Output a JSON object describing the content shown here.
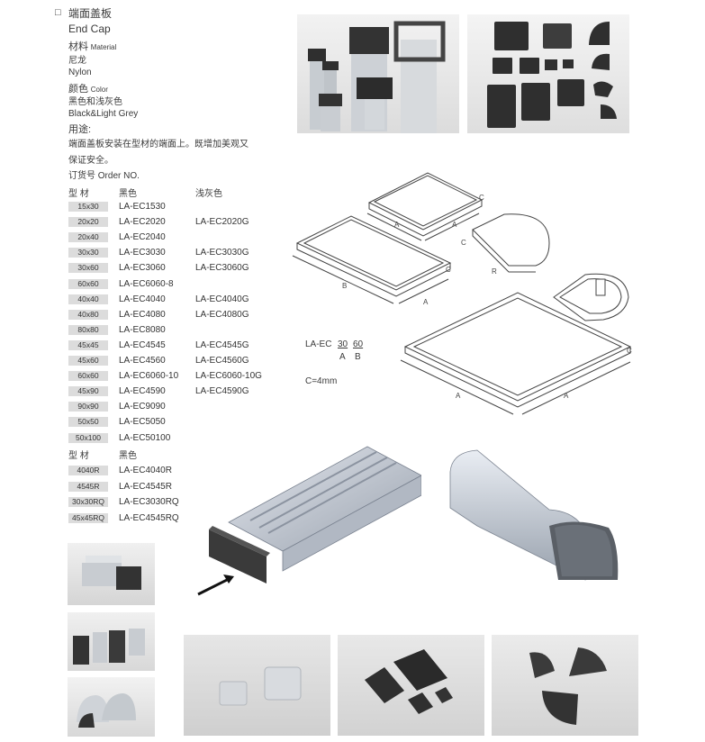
{
  "header": {
    "checkbox": "□",
    "title_cn": "端面盖板",
    "title_en": "End Cap"
  },
  "material": {
    "label_cn": "材料",
    "label_en": "Material",
    "value_cn": "尼龙",
    "value_en": "Nylon"
  },
  "color": {
    "label_cn": "颜色",
    "label_en": "Color",
    "value_cn": "黑色和浅灰色",
    "value_en": "Black&Light Grey"
  },
  "usage": {
    "label": "用途:",
    "line1": "端面盖板安装在型材的端面上。既增加美观又",
    "line2": "保证安全。"
  },
  "order": {
    "label": "订货号 Order NO."
  },
  "table1": {
    "headers": {
      "type": "型  材",
      "black": "黑色",
      "grey": "浅灰色"
    },
    "rows": [
      {
        "mat": "15x30",
        "black": "LA-EC1530",
        "grey": ""
      },
      {
        "mat": "20x20",
        "black": "LA-EC2020",
        "grey": "LA-EC2020G"
      },
      {
        "mat": "20x40",
        "black": "LA-EC2040",
        "grey": ""
      },
      {
        "mat": "30x30",
        "black": "LA-EC3030",
        "grey": "LA-EC3030G"
      },
      {
        "mat": "30x60",
        "black": "LA-EC3060",
        "grey": "LA-EC3060G"
      },
      {
        "mat": "60x60",
        "black": "LA-EC6060-8",
        "grey": ""
      },
      {
        "mat": "40x40",
        "black": "LA-EC4040",
        "grey": "LA-EC4040G"
      },
      {
        "mat": "40x80",
        "black": "LA-EC4080",
        "grey": "LA-EC4080G"
      },
      {
        "mat": "80x80",
        "black": "LA-EC8080",
        "grey": ""
      },
      {
        "mat": "45x45",
        "black": "LA-EC4545",
        "grey": "LA-EC4545G"
      },
      {
        "mat": "45x60",
        "black": "LA-EC4560",
        "grey": "LA-EC4560G"
      },
      {
        "mat": "60x60",
        "black": "LA-EC6060-10",
        "grey": "LA-EC6060-10G"
      },
      {
        "mat": "45x90",
        "black": "LA-EC4590",
        "grey": "LA-EC4590G"
      },
      {
        "mat": "90x90",
        "black": "LA-EC9090",
        "grey": ""
      },
      {
        "mat": "50x50",
        "black": "LA-EC5050",
        "grey": ""
      },
      {
        "mat": "50x100",
        "black": "LA-EC50100",
        "grey": ""
      }
    ]
  },
  "table2": {
    "headers": {
      "type": "型  材",
      "black": "黑色"
    },
    "rows": [
      {
        "mat": "4040R",
        "black": "LA-EC4040R"
      },
      {
        "mat": "4545R",
        "black": "LA-EC4545R"
      },
      {
        "mat": "30x30RQ",
        "black": "LA-EC3030RQ"
      },
      {
        "mat": "45x45RQ",
        "black": "LA-EC4545RQ"
      }
    ]
  },
  "code": {
    "prefix": "LA-EC",
    "a_val": "30",
    "b_val": "60",
    "a_label": "A",
    "b_label": "B",
    "c_note": "C=4mm"
  },
  "drawing_labels": {
    "a": "A",
    "b": "B",
    "c": "C",
    "r": "R"
  },
  "colors": {
    "cap_black": "#2e2e2e",
    "cap_grey": "#bfc4c8",
    "profile": "#c9ced6",
    "tag_bg": "#dcdcdc"
  }
}
